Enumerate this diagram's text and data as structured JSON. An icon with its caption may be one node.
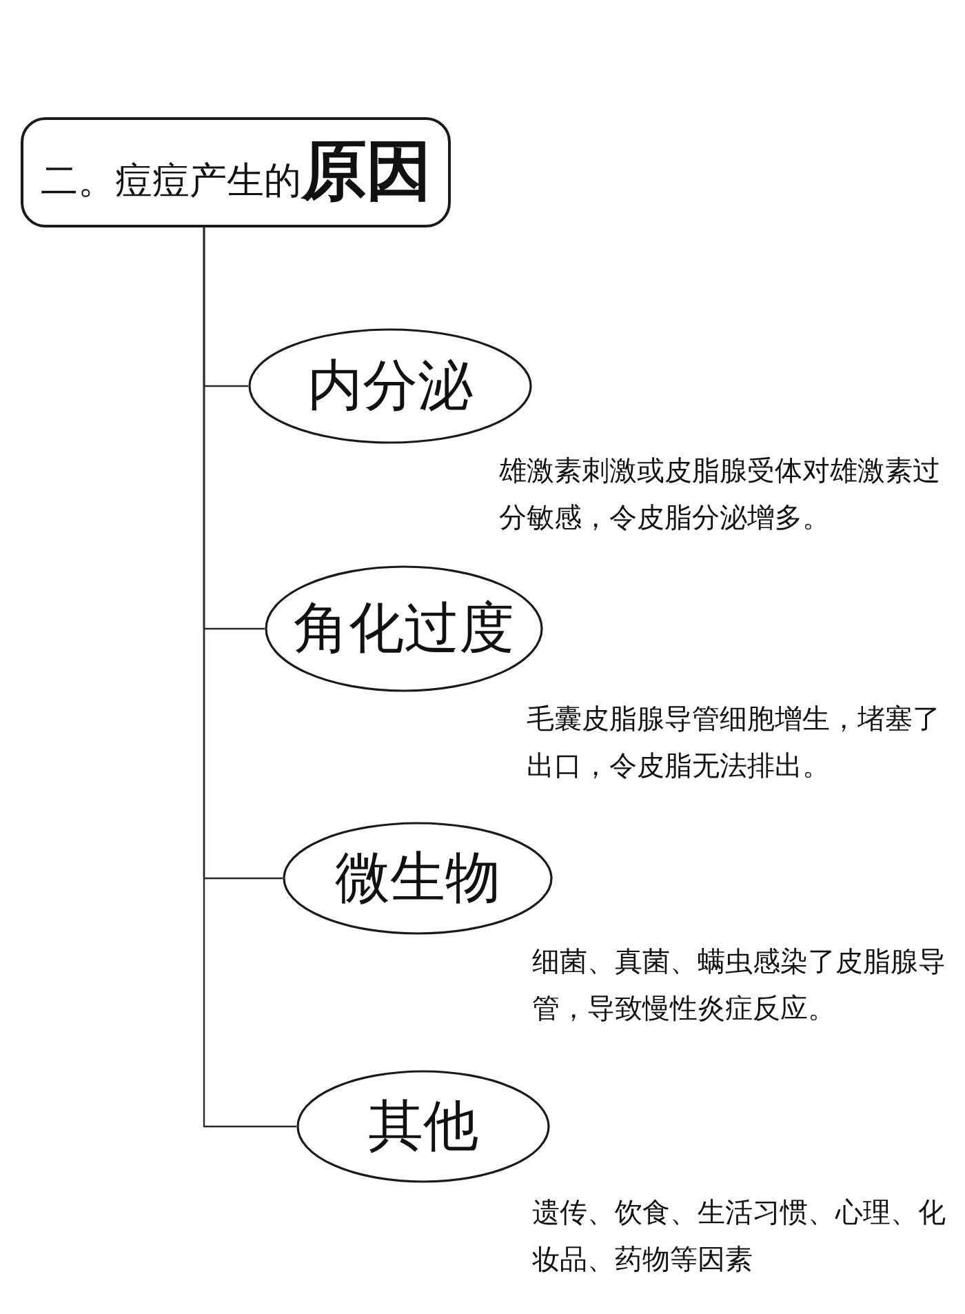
{
  "diagram": {
    "nodes": [
      {
        "text": [
          "二。痘痘产生的**原因**"
        ]
      },
      {
        "text": [
          "内分泌"
        ],
        "beside": [
          "雄激素刺激或皮脂腺受体对雄激素过分敏感，令皮脂分泌增多。"
        ]
      },
      {
        "text": [
          "角化过度"
        ],
        "beside": [
          "毛囊皮脂腺导管细胞增生，堵塞了出口，令皮脂无法排出。"
        ]
      },
      {
        "text": [
          "微生物"
        ],
        "beside": [
          "细菌、真菌、螨虫感染了皮脂腺导管，导致慢性炎症反应。"
        ]
      },
      {
        "text": [
          "其他"
        ],
        "beside": [
          "遗传、饮食、生活习惯、心理、化妆品、药物等因素"
        ]
      }
    ],
    "edges": [
      {
        "from": 0,
        "to": 1,
        "arrow": "none"
      },
      {
        "from": 0,
        "to": 2,
        "arrow": "none"
      },
      {
        "from": 0,
        "to": 3,
        "arrow": "none"
      },
      {
        "from": 0,
        "to": 4,
        "arrow": "none"
      }
    ]
  }
}
